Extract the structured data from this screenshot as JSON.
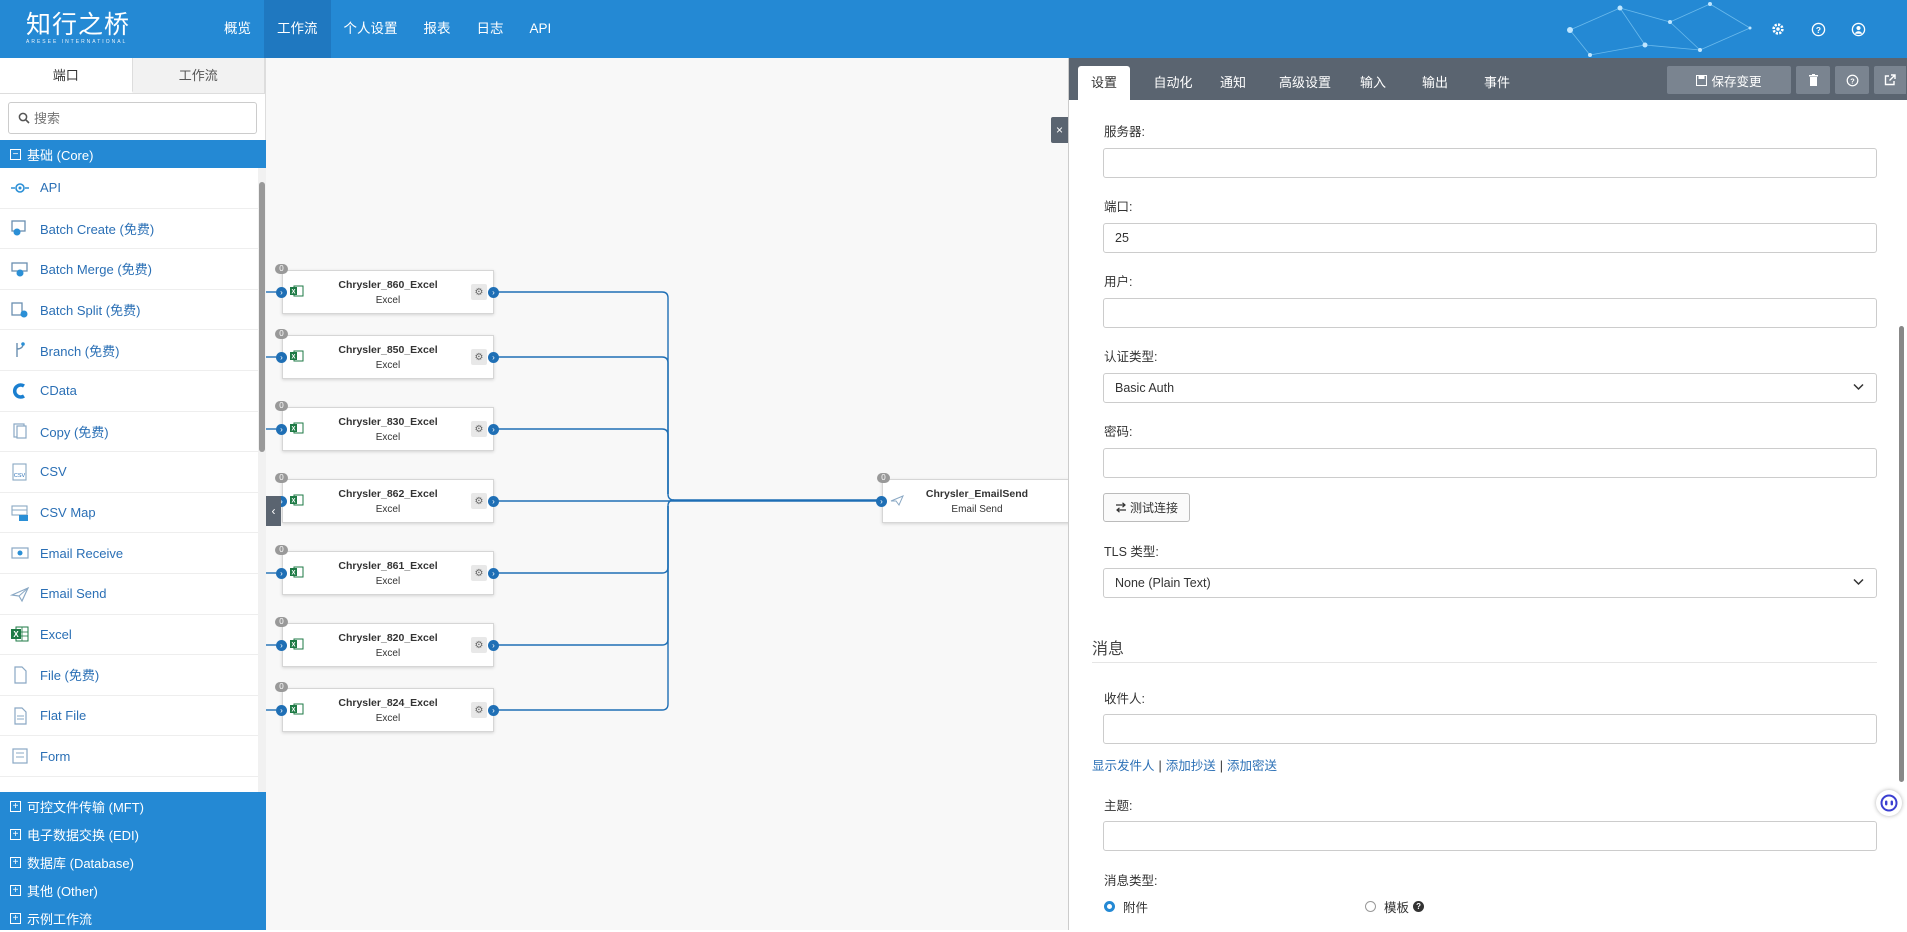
{
  "header": {
    "logo_main": "知行之桥",
    "logo_sub": "ARESEE INTERNATIONAL",
    "nav": [
      "概览",
      "工作流",
      "个人设置",
      "报表",
      "日志",
      "API"
    ],
    "nav_active": 1
  },
  "left": {
    "tabs": [
      "端口",
      "工作流"
    ],
    "search_placeholder": "搜索",
    "core_category": "基础 (Core)",
    "connectors": [
      {
        "label": "API",
        "icon": "api-icon"
      },
      {
        "label": "Batch Create (免费)",
        "icon": "batch-create-icon"
      },
      {
        "label": "Batch Merge (免费)",
        "icon": "batch-merge-icon"
      },
      {
        "label": "Batch Split (免费)",
        "icon": "batch-split-icon"
      },
      {
        "label": "Branch (免费)",
        "icon": "branch-icon"
      },
      {
        "label": "CData",
        "icon": "cdata-icon"
      },
      {
        "label": "Copy (免费)",
        "icon": "copy-icon"
      },
      {
        "label": "CSV",
        "icon": "csv-icon"
      },
      {
        "label": "CSV Map",
        "icon": "csv-map-icon"
      },
      {
        "label": "Email Receive",
        "icon": "email-receive-icon"
      },
      {
        "label": "Email Send",
        "icon": "email-send-icon"
      },
      {
        "label": "Excel",
        "icon": "excel-icon"
      },
      {
        "label": "File (免费)",
        "icon": "file-icon"
      },
      {
        "label": "Flat File",
        "icon": "flat-file-icon"
      },
      {
        "label": "Form",
        "icon": "form-icon"
      }
    ],
    "other_categories": [
      "可控文件传输 (MFT)",
      "电子数据交换 (EDI)",
      "数据库 (Database)",
      "其他 (Other)",
      "示例工作流"
    ]
  },
  "flow": {
    "source_nodes": [
      {
        "name": "Chrysler_860_Excel",
        "type": "Excel",
        "count": "0"
      },
      {
        "name": "Chrysler_850_Excel",
        "type": "Excel",
        "count": "0"
      },
      {
        "name": "Chrysler_830_Excel",
        "type": "Excel",
        "count": "0"
      },
      {
        "name": "Chrysler_862_Excel",
        "type": "Excel",
        "count": "0"
      },
      {
        "name": "Chrysler_861_Excel",
        "type": "Excel",
        "count": "0"
      },
      {
        "name": "Chrysler_820_Excel",
        "type": "Excel",
        "count": "0"
      },
      {
        "name": "Chrysler_824_Excel",
        "type": "Excel",
        "count": "0"
      }
    ],
    "target_node": {
      "name": "Chrysler_EmailSend",
      "type": "Email Send",
      "count": "0"
    }
  },
  "right": {
    "tabs": [
      "设置",
      "自动化",
      "通知",
      "高级设置",
      "输入",
      "输出",
      "事件"
    ],
    "tab_active": 0,
    "save_label": "保存变更",
    "fields": {
      "server_label": "服务器:",
      "server_value": "",
      "port_label": "端口:",
      "port_value": "25",
      "user_label": "用户:",
      "user_value": "",
      "auth_label": "认证类型:",
      "auth_value": "Basic Auth",
      "password_label": "密码:",
      "password_value": "",
      "test_label": "测试连接",
      "tls_label": "TLS 类型:",
      "tls_value": "None (Plain Text)"
    },
    "message": {
      "section_title": "消息",
      "recipient_label": "收件人:",
      "recipient_value": "",
      "link_show_sender": "显示发件人",
      "link_add_cc": "添加抄送",
      "link_add_bcc": "添加密送",
      "subject_label": "主题:",
      "subject_value": "",
      "msg_type_label": "消息类型:",
      "opt_attachment": "附件",
      "opt_template": "模板"
    }
  },
  "colors": {
    "brand": "#2489d4",
    "nav_active": "#1f78c0",
    "panel_dark": "#5a6470",
    "link": "#2a6fb5",
    "flow_line": "#1f6fb5"
  }
}
